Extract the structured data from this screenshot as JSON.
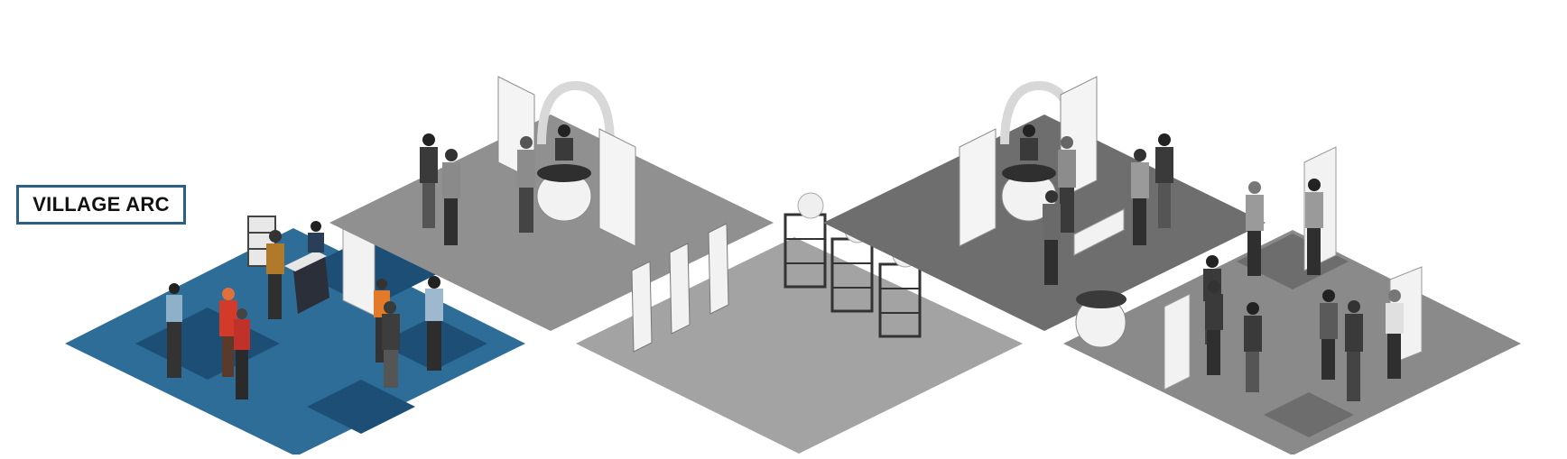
{
  "label": {
    "text": "VILLAGE ARC"
  },
  "colors": {
    "highlight_floor": "#2e6d97",
    "highlight_floor_dark": "#1d4f76",
    "zone_floor_light": "#8f8f8f",
    "zone_floor_mid": "#a3a3a3",
    "zone_floor_dark": "#6e6e6e",
    "label_border": "#2a5f86"
  },
  "zones": [
    {
      "id": "village-arc",
      "highlighted": true
    },
    {
      "id": "booth-zone-1",
      "highlighted": false
    },
    {
      "id": "rack-zone",
      "highlighted": false
    },
    {
      "id": "booth-zone-2",
      "highlighted": false
    },
    {
      "id": "meeting-zone",
      "highlighted": false
    }
  ]
}
